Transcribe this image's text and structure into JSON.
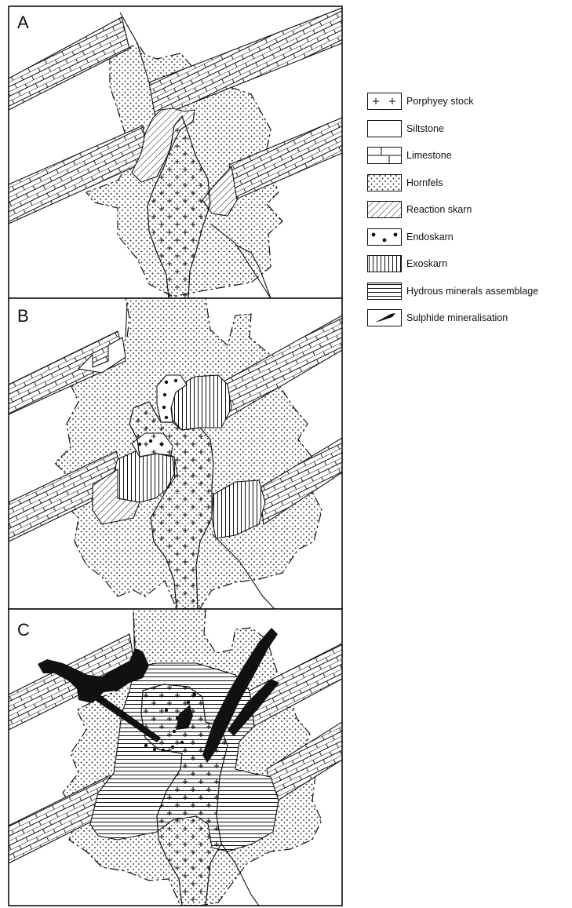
{
  "panels": [
    {
      "id": "A",
      "letter": "A"
    },
    {
      "id": "B",
      "letter": "B"
    },
    {
      "id": "C",
      "letter": "C"
    }
  ],
  "legend": {
    "items": [
      {
        "key": "porphyry",
        "label": "Porphyey stock",
        "pattern": "plus-pattern"
      },
      {
        "key": "siltstone",
        "label": "Siltstone",
        "pattern": "blank"
      },
      {
        "key": "limestone",
        "label": "Limestone",
        "pattern": "brick-pattern"
      },
      {
        "key": "hornfels",
        "label": "Hornfels",
        "pattern": "dot-pattern"
      },
      {
        "key": "reaction",
        "label": "Reaction skarn",
        "pattern": "diagonal-hatch"
      },
      {
        "key": "endoskarn",
        "label": "Endoskarn",
        "pattern": "large-dots"
      },
      {
        "key": "exoskarn",
        "label": "Exoskarn",
        "pattern": "vertical-hatch"
      },
      {
        "key": "hydrous",
        "label": "Hydrous minerals assemblage",
        "pattern": "horizontal-hatch"
      },
      {
        "key": "sulphide",
        "label": "Sulphide mineralisation",
        "pattern": "solid-black"
      }
    ]
  },
  "colors": {
    "ink": "#111111",
    "paper": "#ffffff"
  }
}
